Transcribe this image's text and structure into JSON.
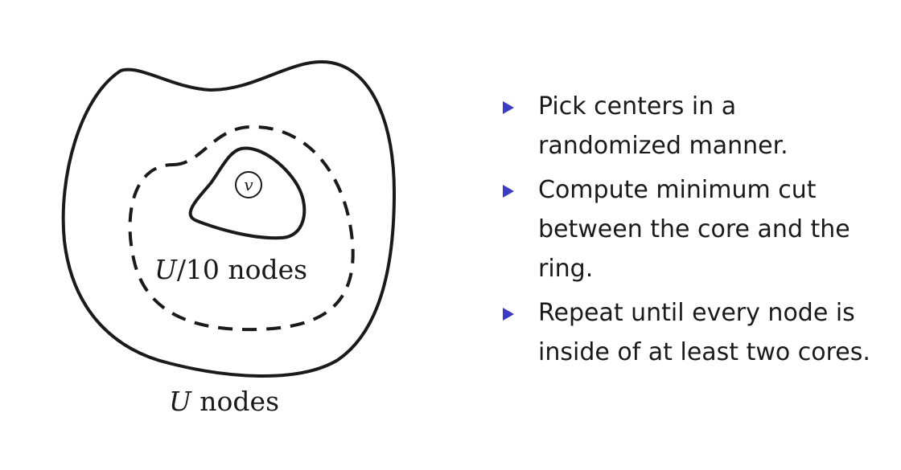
{
  "diagram": {
    "center_node_label": "v",
    "inner_region_label": {
      "variable": "U",
      "rest": "/10 nodes"
    },
    "outer_region_label": {
      "variable": "U",
      "rest": " nodes"
    }
  },
  "bullets": [
    {
      "text": "Pick centers in a randomized manner."
    },
    {
      "text": "Compute minimum cut between the core and the ring."
    },
    {
      "text": "Repeat until every node is inside of at least two cores."
    }
  ],
  "colors": {
    "bullet_marker": "#3b3bc4",
    "stroke": "#1a1a1a"
  },
  "icons": {
    "bullet_marker": "triangle-right-icon"
  }
}
